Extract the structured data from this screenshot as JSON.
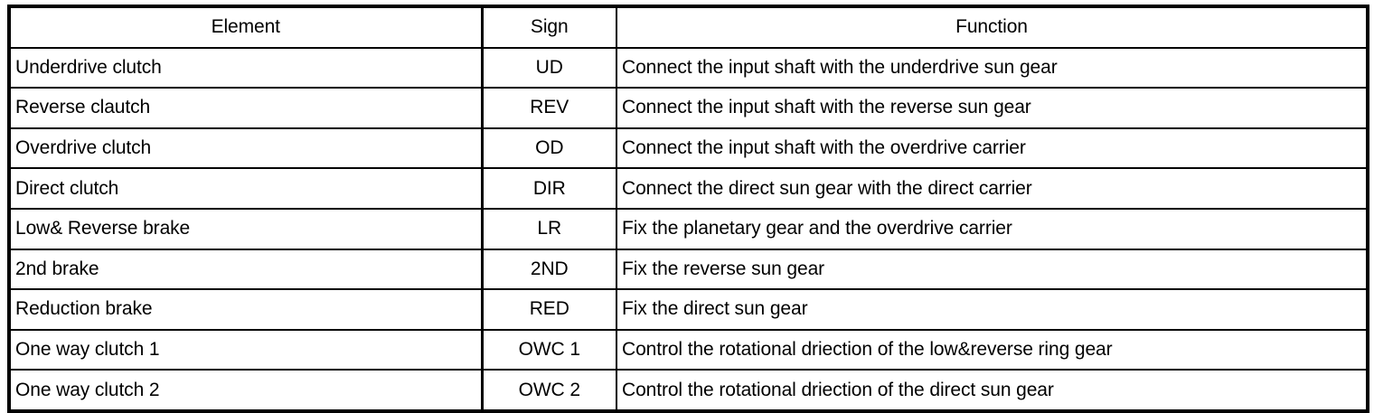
{
  "table": {
    "columns": [
      {
        "key": "element",
        "label": "Element",
        "align": "left"
      },
      {
        "key": "sign",
        "label": "Sign",
        "align": "center"
      },
      {
        "key": "function",
        "label": "Function",
        "align": "left"
      }
    ],
    "rows": [
      {
        "element": "Underdrive clutch",
        "sign": "UD",
        "function": "Connect the input shaft with the underdrive sun gear"
      },
      {
        "element": "Reverse clautch",
        "sign": "REV",
        "function": "Connect the input shaft with the reverse sun gear"
      },
      {
        "element": "Overdrive clutch",
        "sign": "OD",
        "function": "Connect the input shaft with the overdrive carrier"
      },
      {
        "element": "Direct clutch",
        "sign": "DIR",
        "function": "Connect the direct sun gear with the direct carrier"
      },
      {
        "element": "Low& Reverse brake",
        "sign": "LR",
        "function": "Fix the planetary gear and the overdrive carrier"
      },
      {
        "element": "2nd brake",
        "sign": "2ND",
        "function": "Fix the reverse sun gear"
      },
      {
        "element": "Reduction brake",
        "sign": "RED",
        "function": "Fix the direct sun gear"
      },
      {
        "element": "One way clutch 1",
        "sign": "OWC 1",
        "function": "Control the rotational driection of the low&reverse ring gear"
      },
      {
        "element": "One way clutch 2",
        "sign": "OWC 2",
        "function": "Control the rotational driection of the direct sun gear"
      }
    ]
  },
  "colors": {
    "border": "#000000",
    "text": "#000000",
    "background": "#ffffff"
  }
}
